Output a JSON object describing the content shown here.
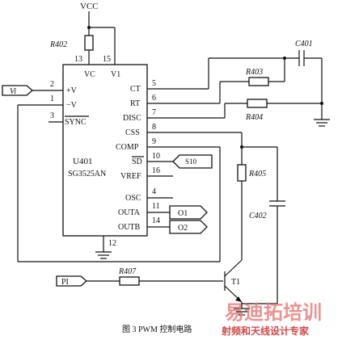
{
  "caption": "图 3  PWM 控制电路",
  "watermark": {
    "title": "易迪拓培训",
    "subtitle": "射频和天线设计专家",
    "title_color": "#e87f7f",
    "subtitle_color": "#d24a4a"
  },
  "ic": {
    "designator": "U401",
    "part": "SG3525AN",
    "top_labels": {
      "vc": "VC",
      "v1": "V1"
    },
    "top_pins": {
      "vc": "13",
      "v1": "15"
    },
    "bottom_pin": "12",
    "left_pins": [
      {
        "num": "2",
        "label": "+V"
      },
      {
        "num": "1",
        "label": "−V"
      },
      {
        "num": "3",
        "label": "SYNC"
      }
    ],
    "right_pins": [
      {
        "num": "5",
        "label": "CT"
      },
      {
        "num": "6",
        "label": "RT"
      },
      {
        "num": "7",
        "label": "DISC"
      },
      {
        "num": "8",
        "label": "CSS"
      },
      {
        "num": "9",
        "label": "COMP"
      },
      {
        "num": "10",
        "label": "SD"
      },
      {
        "num": "16",
        "label": "VREF"
      },
      {
        "num": "4",
        "label": "OSC"
      },
      {
        "num": "11",
        "label": "OUTA"
      },
      {
        "num": "14",
        "label": "OUTB"
      }
    ]
  },
  "nets": {
    "vcc": "VCC"
  },
  "ports": {
    "vi": "Vi",
    "s10": "S10",
    "o1": "O1",
    "o2": "O2",
    "pi": "PI"
  },
  "components": {
    "r402": "R402",
    "r403": "R403",
    "r404": "R404",
    "r405": "R405",
    "r407": "R407",
    "c401": "C401",
    "c402": "C402",
    "t1": "T1"
  }
}
